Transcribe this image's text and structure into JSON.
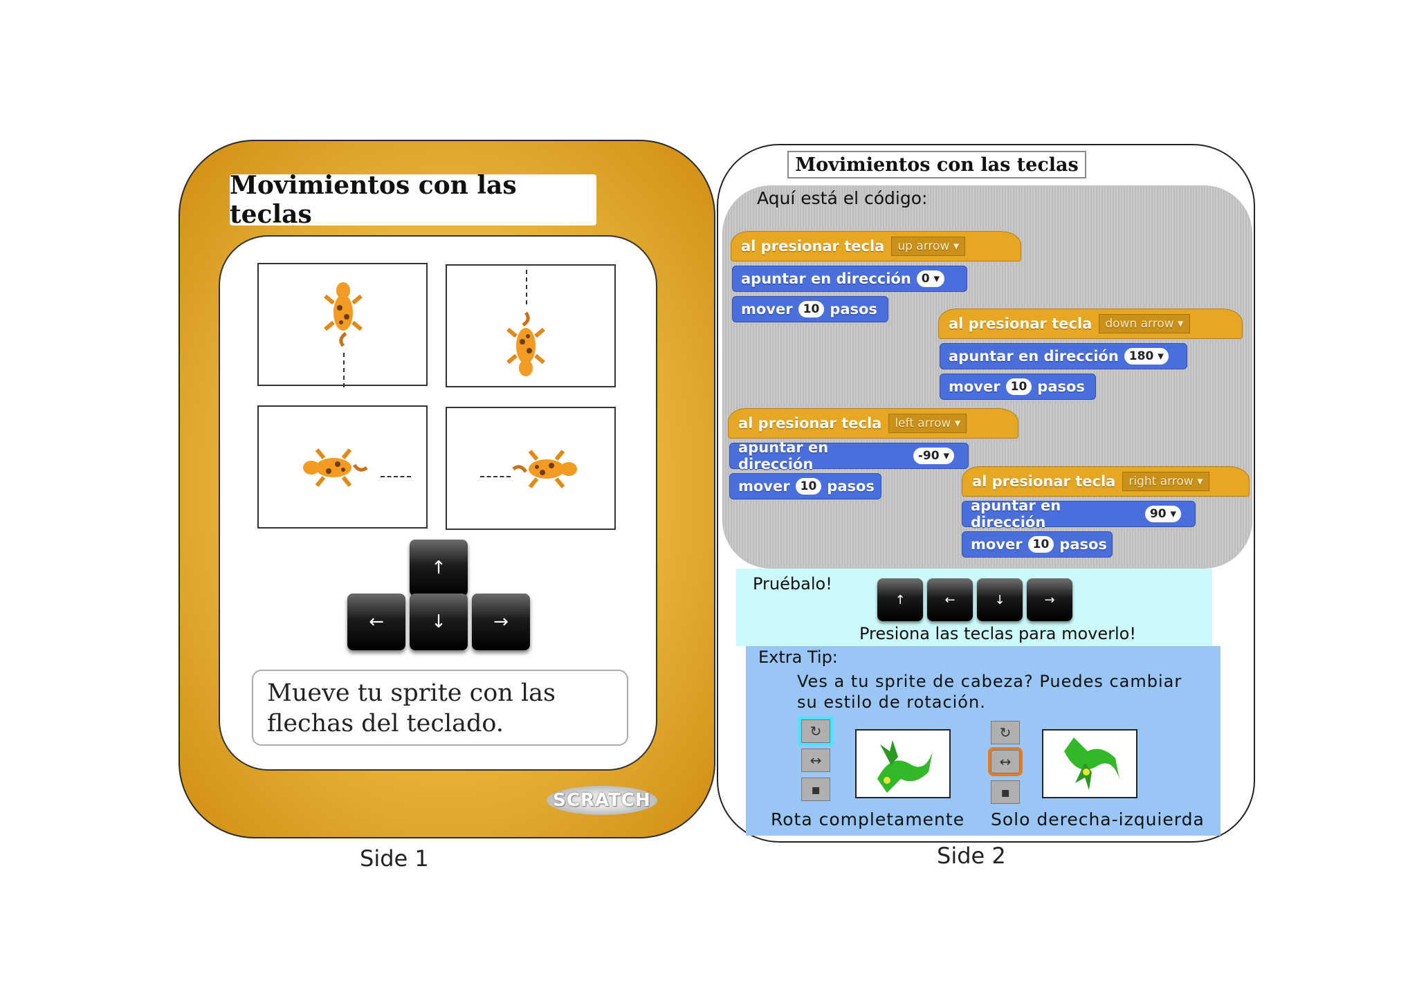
{
  "side1": {
    "title": "Movimientos con las teclas",
    "caption": "Mueve tu sprite con las flechas del teclado.",
    "logo": "SCRATCH",
    "label": "Side 1",
    "keys": [
      "↑",
      "←",
      "↓",
      "→"
    ]
  },
  "side2": {
    "title": "Movimientos con las teclas",
    "code_label": "Aquí está el código:",
    "scripts": [
      {
        "hat": "al presionar tecla",
        "key": "up arrow",
        "point": "apuntar en dirección",
        "dir": "0",
        "move": "mover",
        "steps": "10",
        "steps_unit": "pasos"
      },
      {
        "hat": "al presionar tecla",
        "key": "down arrow",
        "point": "apuntar en dirección",
        "dir": "180",
        "move": "mover",
        "steps": "10",
        "steps_unit": "pasos"
      },
      {
        "hat": "al presionar tecla",
        "key": "left arrow",
        "point": "apuntar en dirección",
        "dir": "-90",
        "move": "mover",
        "steps": "10",
        "steps_unit": "pasos"
      },
      {
        "hat": "al presionar tecla",
        "key": "right arrow",
        "point": "apuntar en dirección",
        "dir": "90",
        "move": "mover",
        "steps": "10",
        "steps_unit": "pasos"
      }
    ],
    "try_label": "Pruébalo!",
    "try_caption": "Presiona las teclas para moverlo!",
    "try_keys": [
      "↑",
      "←",
      "↓",
      "→"
    ],
    "tip_label": "Extra Tip:",
    "tip_text": "Ves a tu sprite de cabeza? Puedes cambiar su estilo de rotación.",
    "rot_all": "Rota completamente",
    "rot_lr": "Solo derecha-izquierda",
    "label": "Side 2"
  },
  "colors": {
    "card_gold": "#e9b23a",
    "hat_block": "#e6a823",
    "motion_block": "#4a6fdc",
    "try_panel": "#ccfafa",
    "tip_panel": "#99c6f5"
  }
}
